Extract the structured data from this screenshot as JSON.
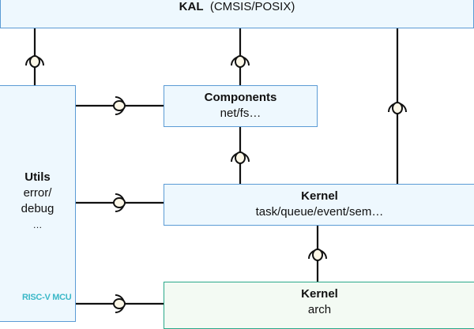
{
  "kal": {
    "title": "KAL",
    "subtitle": "(CMSIS/POSIX)"
  },
  "components": {
    "title": "Components",
    "subtitle": "net/fs…"
  },
  "utils": {
    "title": "Utils",
    "line1": "error/",
    "line2": "debug",
    "line3": "…"
  },
  "kernel": {
    "title": "Kernel",
    "subtitle": "task/queue/event/sem…"
  },
  "kernel_arch": {
    "title": "Kernel",
    "subtitle": "arch"
  },
  "watermark": "RISC-V MCU",
  "colors": {
    "box_border": "#5b9bd5",
    "box_fill": "#eef8fe",
    "arch_border": "#2aa88a",
    "arch_fill": "#f3faf3",
    "socket_fill": "#fdf8e8",
    "watermark": "#3bb8c8"
  }
}
